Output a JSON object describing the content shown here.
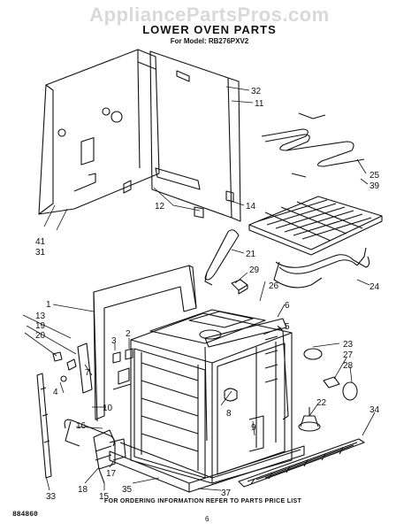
{
  "watermark": "AppliancePartsPros.com",
  "title": "LOWER OVEN PARTS",
  "subtitle": "For Model: RB276PXV2",
  "footer": "FOR ORDERING INFORMATION REFER TO PARTS PRICE LIST",
  "doc_number": "884860",
  "page_number": "6",
  "callouts": [
    {
      "id": "c32",
      "label": "32"
    },
    {
      "id": "c11",
      "label": "11"
    },
    {
      "id": "c25",
      "label": "25"
    },
    {
      "id": "c39",
      "label": "39"
    },
    {
      "id": "c12",
      "label": "12"
    },
    {
      "id": "c14",
      "label": "14"
    },
    {
      "id": "c41",
      "label": "41"
    },
    {
      "id": "c31",
      "label": "31"
    },
    {
      "id": "c21",
      "label": "21"
    },
    {
      "id": "c29",
      "label": "29"
    },
    {
      "id": "c24",
      "label": "24"
    },
    {
      "id": "c26",
      "label": "26"
    },
    {
      "id": "c6",
      "label": "6"
    },
    {
      "id": "c1",
      "label": "1"
    },
    {
      "id": "c13",
      "label": "13"
    },
    {
      "id": "c19",
      "label": "19"
    },
    {
      "id": "c20",
      "label": "20"
    },
    {
      "id": "c3",
      "label": "3"
    },
    {
      "id": "c2",
      "label": "2"
    },
    {
      "id": "c5",
      "label": "5"
    },
    {
      "id": "c23",
      "label": "23"
    },
    {
      "id": "c27",
      "label": "27"
    },
    {
      "id": "c28",
      "label": "28"
    },
    {
      "id": "c7",
      "label": "7"
    },
    {
      "id": "c4",
      "label": "4"
    },
    {
      "id": "c10",
      "label": "10"
    },
    {
      "id": "c8",
      "label": "8"
    },
    {
      "id": "c22",
      "label": "22"
    },
    {
      "id": "c34",
      "label": "34"
    },
    {
      "id": "c16",
      "label": "16"
    },
    {
      "id": "c9",
      "label": "9"
    },
    {
      "id": "c17",
      "label": "17"
    },
    {
      "id": "c33",
      "label": "33"
    },
    {
      "id": "c18",
      "label": "18"
    },
    {
      "id": "c15",
      "label": "15"
    },
    {
      "id": "c35",
      "label": "35"
    },
    {
      "id": "c37",
      "label": "37"
    }
  ]
}
